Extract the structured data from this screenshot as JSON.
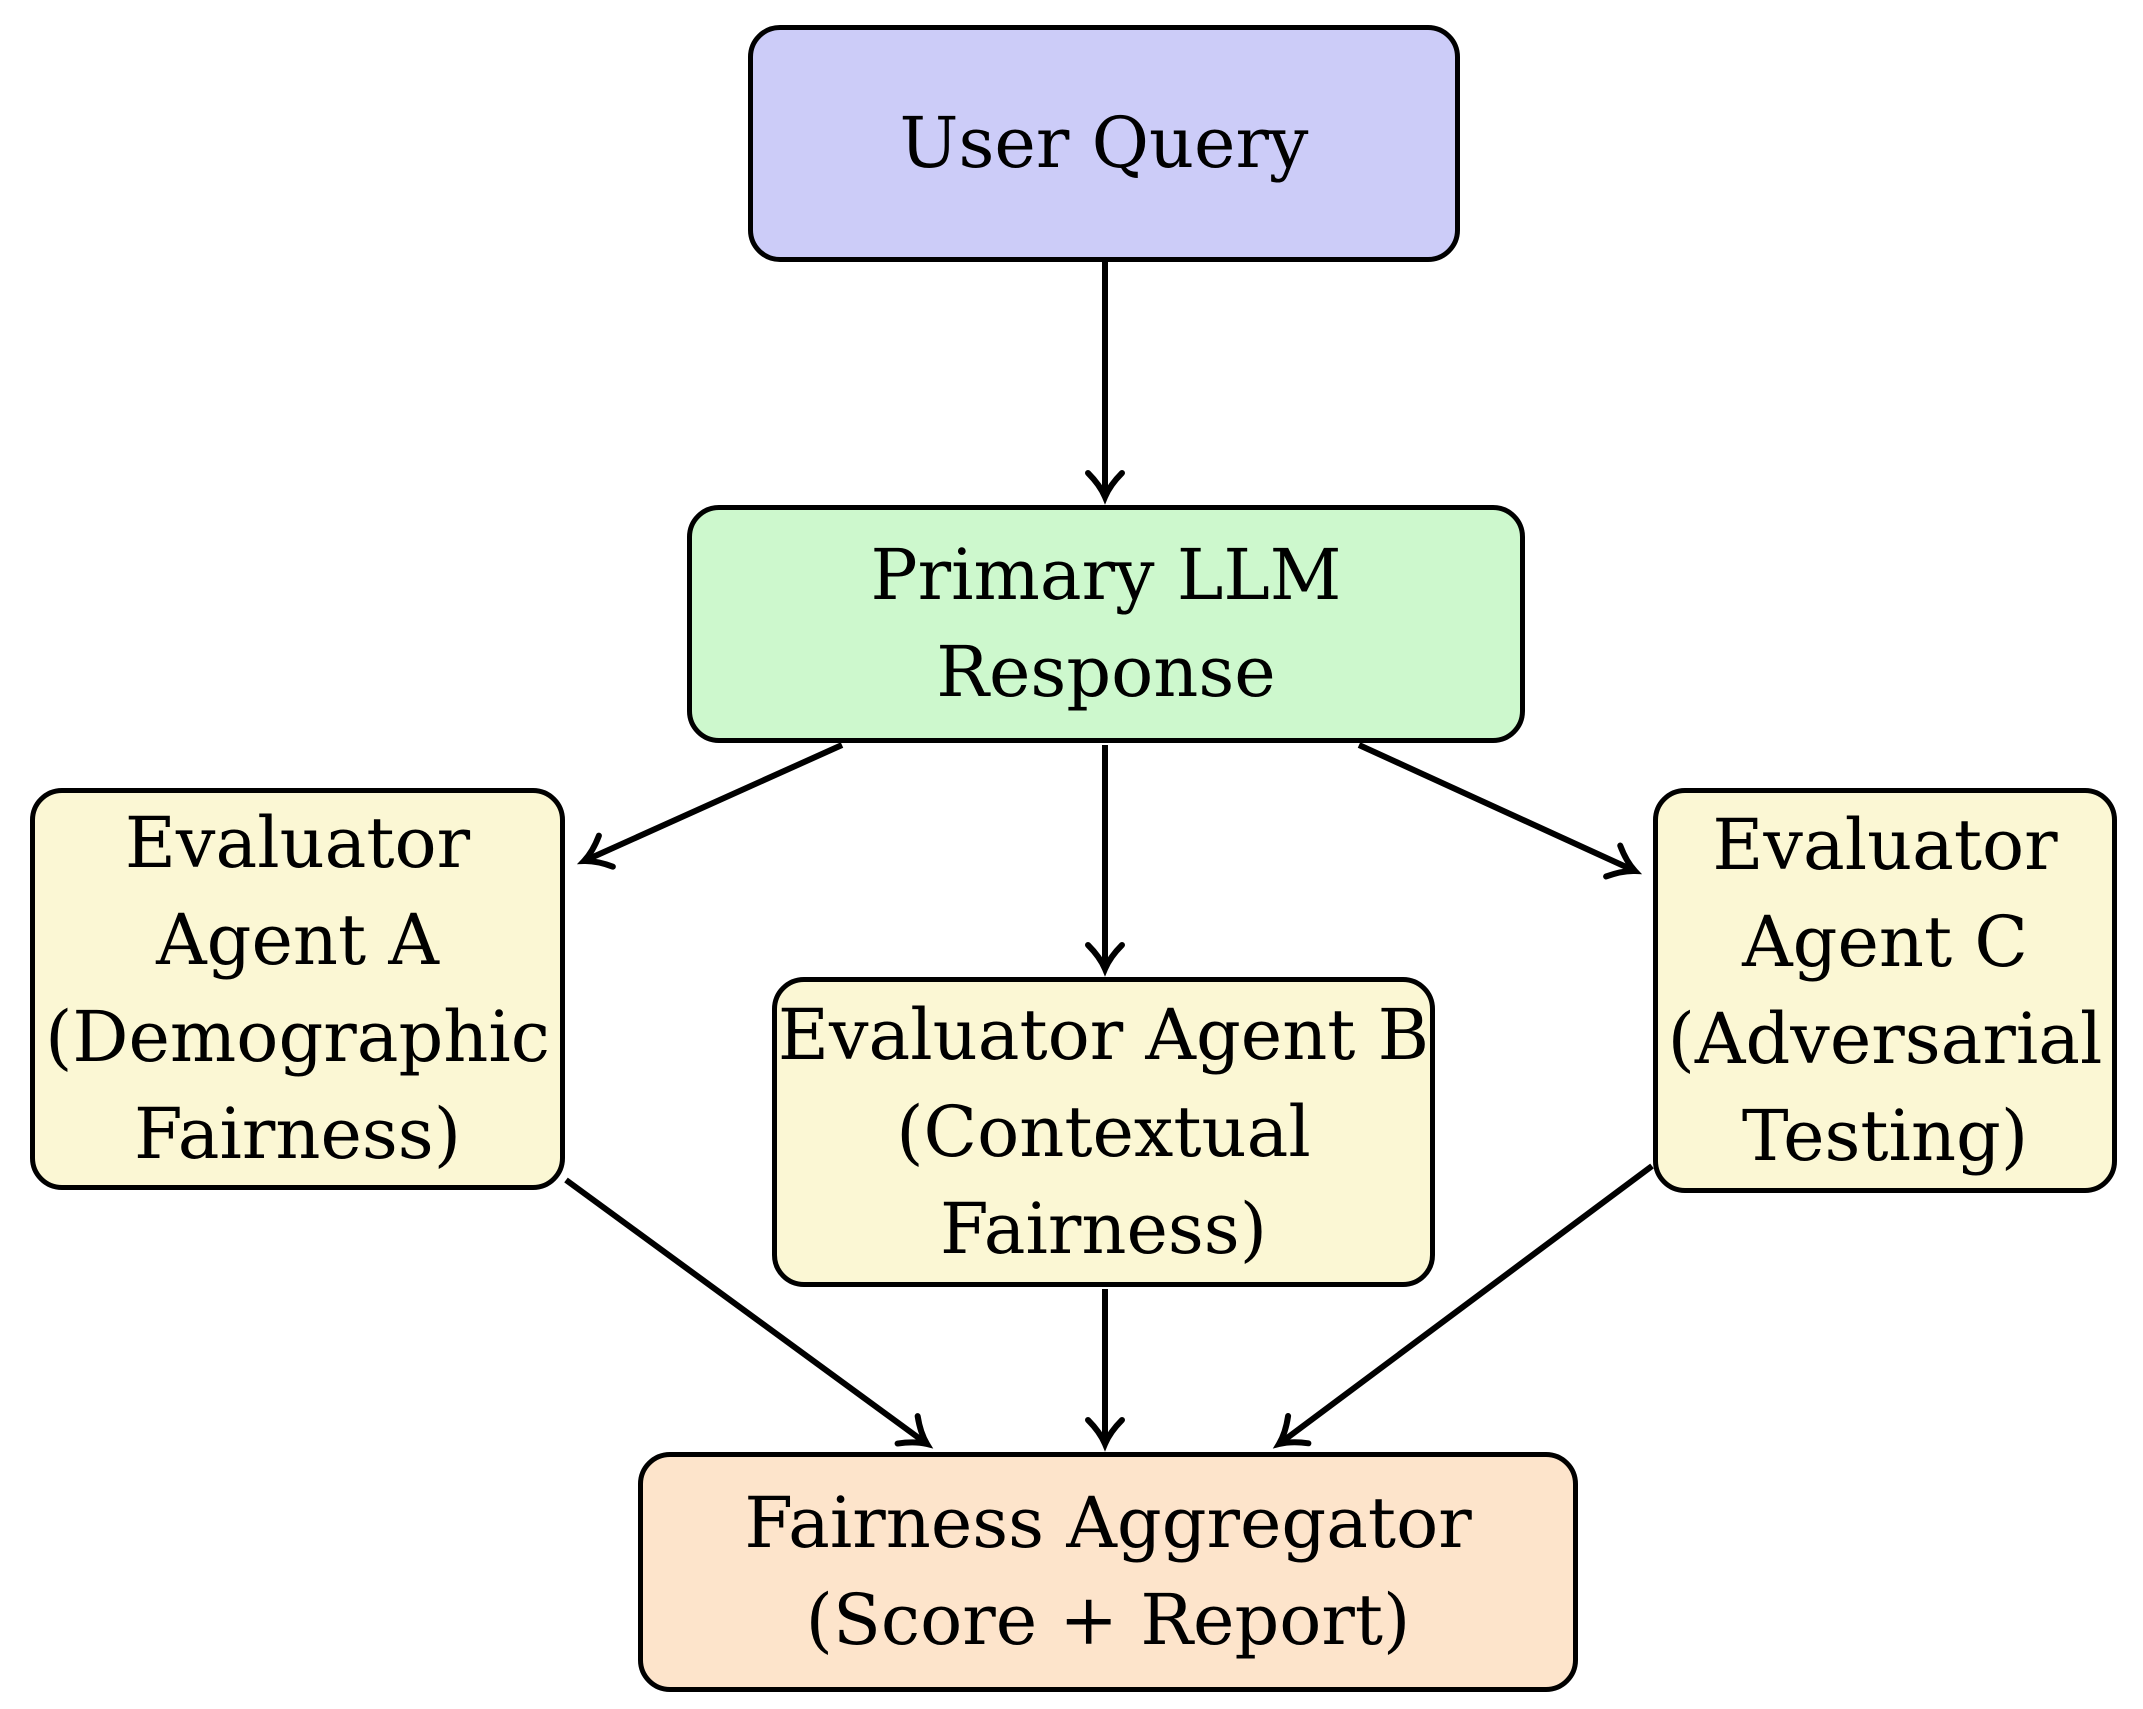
{
  "diagram": {
    "type": "flowchart",
    "nodes": {
      "user_query": {
        "label": "User Query",
        "fill": "#ccccf8"
      },
      "primary_llm": {
        "label": "Primary LLM Response",
        "fill": "#cdf8cd"
      },
      "agent_a": {
        "label": "Evaluator\nAgent A\n(Demographic\nFairness)",
        "fill": "#fbf7d4"
      },
      "agent_b": {
        "label": "Evaluator Agent B\n(Contextual\nFairness)",
        "fill": "#fbf7d4"
      },
      "agent_c": {
        "label": "Evaluator\nAgent C\n(Adversarial\nTesting)",
        "fill": "#fbf7d4"
      },
      "aggregator": {
        "label": "Fairness Aggregator\n(Score + Report)",
        "fill": "#fde4cb"
      }
    },
    "edges": [
      {
        "from": "user_query",
        "to": "primary_llm"
      },
      {
        "from": "primary_llm",
        "to": "agent_a"
      },
      {
        "from": "primary_llm",
        "to": "agent_b"
      },
      {
        "from": "primary_llm",
        "to": "agent_c"
      },
      {
        "from": "agent_a",
        "to": "aggregator"
      },
      {
        "from": "agent_b",
        "to": "aggregator"
      },
      {
        "from": "agent_c",
        "to": "aggregator"
      }
    ],
    "edge_color": "#000000",
    "node_border_color": "#000000",
    "background_color": "#ffffff"
  }
}
